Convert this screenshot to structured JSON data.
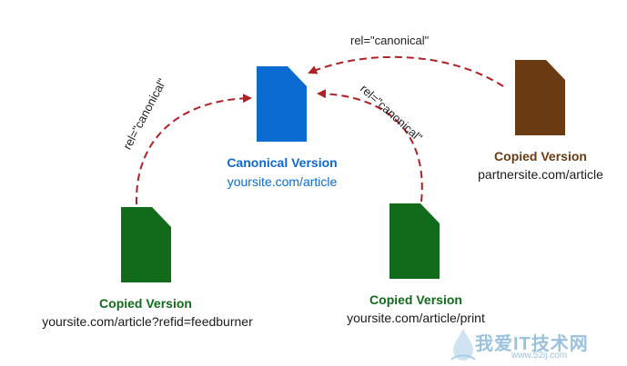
{
  "colors": {
    "canonical": "#0b6bd3",
    "green": "#116b1a",
    "brown": "#6a3a12",
    "arrow": "#b02025",
    "watermark": "#8ab8d8"
  },
  "arrow_label": "rel=\"canonical\"",
  "nodes": {
    "canonical": {
      "title": "Canonical Version",
      "url": "yoursite.com/article",
      "icon": "blue-document-icon"
    },
    "feedburner": {
      "title": "Copied Version",
      "url": "yoursite.com/article?refid=feedburner",
      "icon": "green-document-icon"
    },
    "print": {
      "title": "Copied Version",
      "url": "yoursite.com/article/print",
      "icon": "green-document-icon"
    },
    "partner": {
      "title": "Copied Version",
      "url": "partnersite.com/article",
      "icon": "brown-document-icon"
    }
  },
  "watermark": {
    "main": "我爱IT技术网",
    "sub": "www.52ij.com"
  }
}
